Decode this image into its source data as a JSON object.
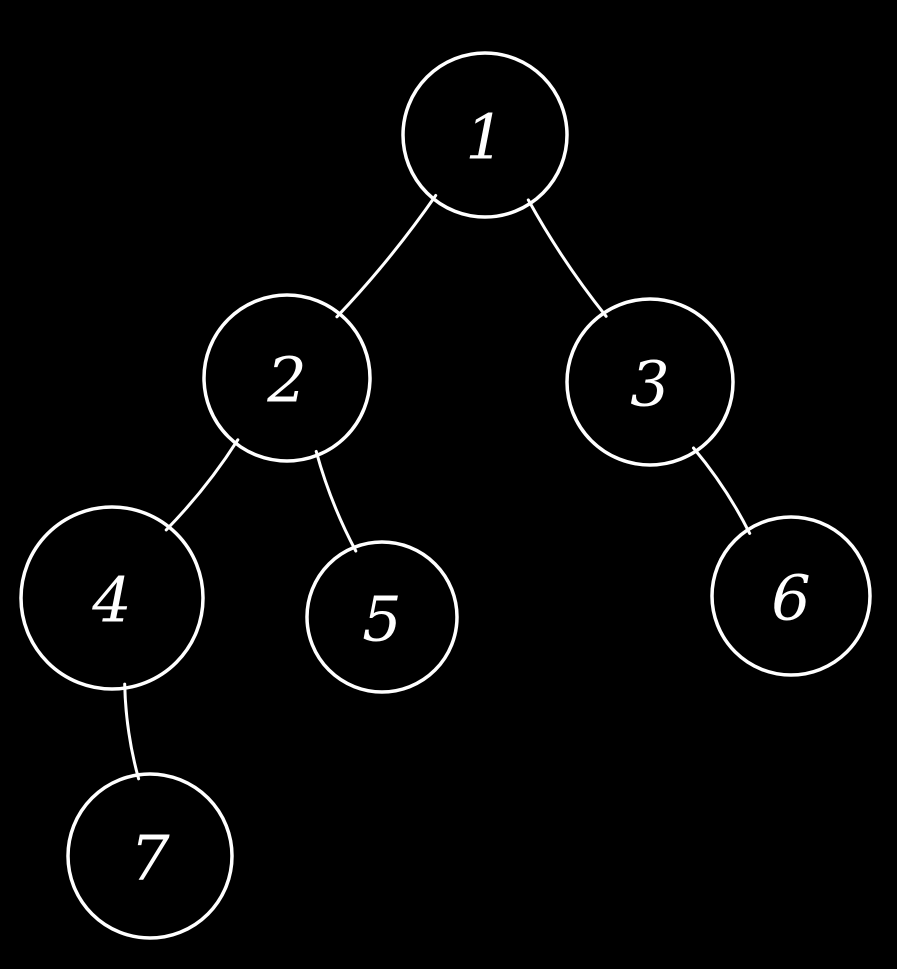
{
  "diagram": {
    "type": "binary-tree",
    "background": "#000000",
    "stroke_color": "#ffffff",
    "nodes": [
      {
        "id": "n1",
        "label": "1"
      },
      {
        "id": "n2",
        "label": "2"
      },
      {
        "id": "n3",
        "label": "3"
      },
      {
        "id": "n4",
        "label": "4"
      },
      {
        "id": "n5",
        "label": "5"
      },
      {
        "id": "n6",
        "label": "6"
      },
      {
        "id": "n7",
        "label": "7"
      }
    ],
    "edges": [
      {
        "from": "n1",
        "to": "n2"
      },
      {
        "from": "n1",
        "to": "n3"
      },
      {
        "from": "n2",
        "to": "n4"
      },
      {
        "from": "n2",
        "to": "n5"
      },
      {
        "from": "n3",
        "to": "n6"
      },
      {
        "from": "n4",
        "to": "n7"
      }
    ]
  }
}
